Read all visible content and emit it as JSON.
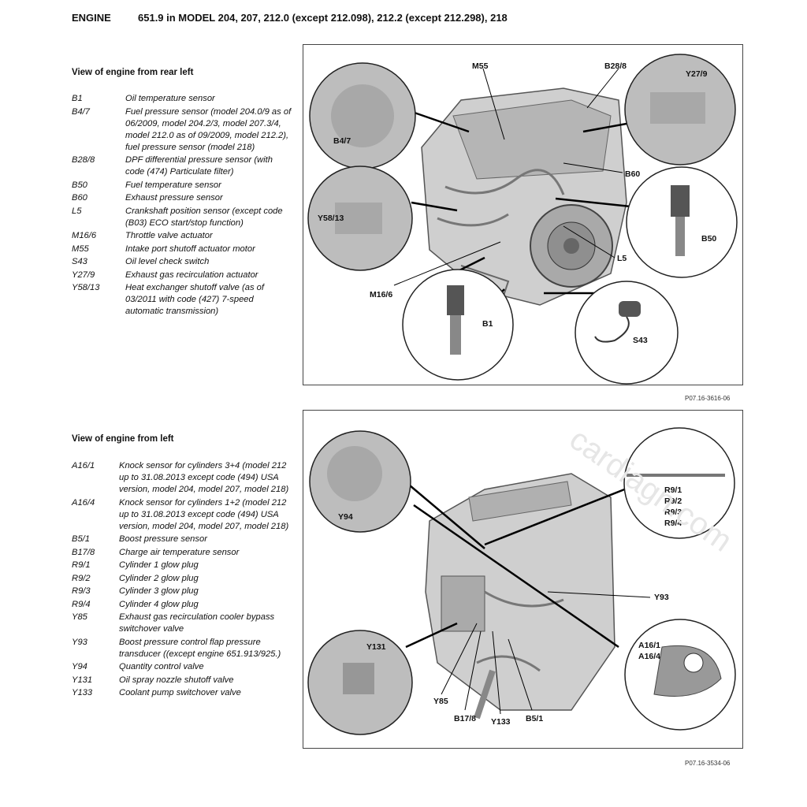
{
  "header": {
    "engine_label": "ENGINE",
    "model_line": "651.9 in MODEL 204, 207, 212.0 (except 212.098), 212.2 (except 212.298), 218"
  },
  "section1": {
    "title": "View of engine from rear left",
    "items": [
      {
        "code": "B1",
        "desc": "Oil temperature sensor"
      },
      {
        "code": "B4/7",
        "desc": "Fuel pressure sensor (model 204.0/9 as of 06/2009, model 204.2/3, model 207.3/4, model 212.0 as of 09/2009, model 212.2), fuel pressure sensor (model 218)"
      },
      {
        "code": "B28/8",
        "desc": "DPF differential pressure sensor (with code (474) Particulate filter)"
      },
      {
        "code": "B50",
        "desc": "Fuel temperature sensor"
      },
      {
        "code": "B60",
        "desc": "Exhaust pressure sensor"
      },
      {
        "code": "L5",
        "desc": "Crankshaft position sensor (except code (B03) ECO start/stop function)"
      },
      {
        "code": "M16/6",
        "desc": "Throttle valve actuator"
      },
      {
        "code": "M55",
        "desc": "Intake port shutoff actuator motor"
      },
      {
        "code": "S43",
        "desc": "Oil level check switch"
      },
      {
        "code": "Y27/9",
        "desc": "Exhaust gas recirculation actuator"
      },
      {
        "code": "Y58/13",
        "desc": "Heat exchanger shutoff valve (as of 03/2011 with code (427) 7-speed automatic transmission)"
      }
    ],
    "figure_labels": {
      "m55": "M55",
      "b28_8": "B28/8",
      "y27_9": "Y27/9",
      "b4_7": "B4/7",
      "b60": "B60",
      "y58_13": "Y58/13",
      "b50": "B50",
      "l5": "L5",
      "m16_6": "M16/6",
      "b1": "B1",
      "s43": "S43"
    },
    "figure_ref": "P07.16-3616-06"
  },
  "section2": {
    "title": "View of engine from left",
    "items": [
      {
        "code": "A16/1",
        "desc": "Knock sensor for cylinders 3+4 (model 212 up to 31.08.2013 except code (494) USA version, model 204, model 207, model 218)"
      },
      {
        "code": "A16/4",
        "desc": "Knock sensor for cylinders 1+2 (model 212 up to 31.08.2013 except code (494) USA version, model 204, model 207, model 218)"
      },
      {
        "code": "B5/1",
        "desc": "Boost pressure sensor"
      },
      {
        "code": "B17/8",
        "desc": "Charge air temperature sensor"
      },
      {
        "code": "R9/1",
        "desc": "Cylinder 1 glow plug"
      },
      {
        "code": "R9/2",
        "desc": "Cylinder 2 glow plug"
      },
      {
        "code": "R9/3",
        "desc": "Cylinder 3 glow plug"
      },
      {
        "code": "R9/4",
        "desc": "Cylinder 4 glow plug"
      },
      {
        "code": "Y85",
        "desc": "Exhaust gas recirculation cooler bypass switchover valve"
      },
      {
        "code": "Y93",
        "desc": "Boost pressure control flap pressure transducer ((except engine 651.913/925.)"
      },
      {
        "code": "Y94",
        "desc": "Quantity control valve"
      },
      {
        "code": "Y131",
        "desc": "Oil spray nozzle shutoff valve"
      },
      {
        "code": "Y133",
        "desc": "Coolant pump switchover valve"
      }
    ],
    "figure_labels": {
      "y94": "Y94",
      "r9_1": "R9/1",
      "r9_2": "R9/2",
      "r9_3": "R9/3",
      "r9_4": "R9/4",
      "y93": "Y93",
      "y131": "Y131",
      "a16_1": "A16/1",
      "a16_4": "A16/4",
      "y85": "Y85",
      "b17_8": "B17/8",
      "y133": "Y133",
      "b5_1": "B5/1"
    },
    "figure_ref": "P07.16-3534-06"
  },
  "watermark": "cardiagn.com"
}
